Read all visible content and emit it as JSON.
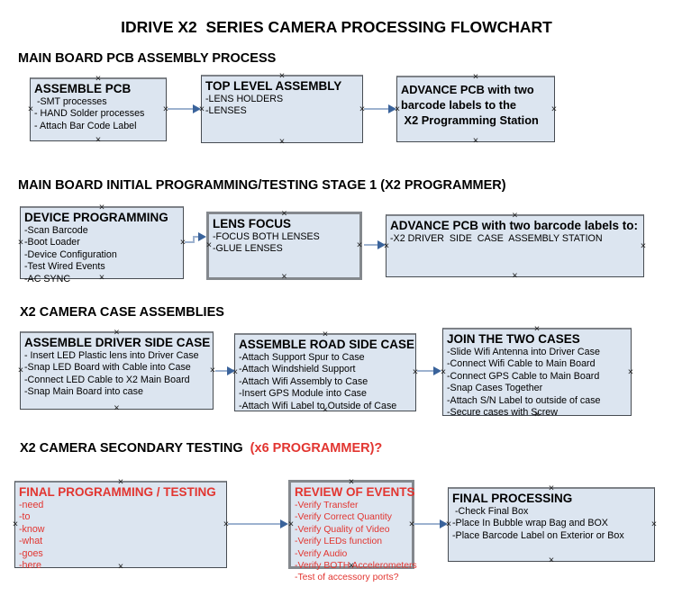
{
  "title": "IDRIVE X2  SERIES CAMERA PROCESSING FLOWCHART",
  "colors": {
    "red_text": "#e23530",
    "box_fill": "#dce5f0",
    "box_border": "#474c52",
    "box_border_gray": "#84888d",
    "arrow_line": "#9db2cf",
    "arrow_head": "#3a639b"
  },
  "icons": {
    "connection_point": "×",
    "arrow": "→"
  },
  "sections": [
    {
      "heading": "MAIN BOARD PCB ASSEMBLY PROCESS",
      "boxes": [
        {
          "title": "ASSEMBLE PCB",
          "items": [
            " -SMT processes",
            "- HAND Solder processes",
            "- Attach Bar Code Label"
          ]
        },
        {
          "title": "TOP LEVEL ASSEMBLY",
          "items": [
            "-LENS HOLDERS",
            "-LENSES"
          ]
        },
        {
          "title": "",
          "items": [
            "ADVANCE PCB with two",
            "barcode labels to the",
            " X2 Programming Station"
          ]
        }
      ]
    },
    {
      "heading": "MAIN BOARD INITIAL PROGRAMMING/TESTING STAGE 1 (X2 PROGRAMMER)",
      "boxes": [
        {
          "title": "DEVICE PROGRAMMING",
          "items": [
            "-Scan Barcode",
            "-Boot Loader",
            "-Device Configuration",
            "-Test Wired Events",
            "-AC SYNC"
          ]
        },
        {
          "title": "LENS FOCUS",
          "items": [
            "-FOCUS BOTH LENSES",
            "-GLUE LENSES"
          ]
        },
        {
          "title": "ADVANCE PCB with two barcode labels to:",
          "items": [
            "-X2 DRIVER  SIDE  CASE  ASSEMBLY STATION"
          ]
        }
      ]
    },
    {
      "heading": "X2 CAMERA CASE ASSEMBLIES",
      "boxes": [
        {
          "title": "ASSEMBLE DRIVER SIDE CASE",
          "items": [
            "- Insert LED Plastic lens into Driver Case",
            "-Snap LED Board with Cable into Case",
            "-Connect LED Cable to X2 Main Board",
            "-Snap Main Board into case"
          ]
        },
        {
          "title": "ASSEMBLE ROAD SIDE CASE",
          "items": [
            "-Attach Support Spur to Case",
            "-Attach Windshield Support",
            "-Attach Wifi Assembly to Case",
            "-Insert GPS Module into Case",
            "-Attach Wifi Label to Outside of Case"
          ]
        },
        {
          "title": "JOIN THE TWO CASES",
          "items": [
            "-Slide Wifi Antenna into Driver Case",
            "-Connect Wifi Cable to Main Board",
            "-Connect GPS Cable to Main Board",
            "-Snap Cases Together",
            "-Attach S/N Label to outside of case",
            "-Secure cases with Screw"
          ]
        }
      ]
    },
    {
      "heading": "X2 CAMERA SECONDARY TESTING  ",
      "heading_red": "(x6 PROGRAMMER)?",
      "boxes": [
        {
          "title": "FINAL PROGRAMMING / TESTING",
          "items": [
            "-need",
            "-to",
            "-know",
            "-what",
            "-goes",
            "-here"
          ]
        },
        {
          "title": "REVIEW OF EVENTS",
          "items": [
            "-Verify Transfer",
            "-Verify Correct Quantity",
            "-Verify Quality of Video",
            "-Verify LEDs function",
            "-Verify Audio",
            "-Verify BOTH Accelerometers",
            "-Test of accessory ports?"
          ]
        },
        {
          "title": "FINAL PROCESSING",
          "items": [
            " -Check Final Box",
            "-Place In Bubble wrap Bag and BOX",
            "-Place Barcode Label on Exterior or Box"
          ]
        }
      ]
    }
  ]
}
